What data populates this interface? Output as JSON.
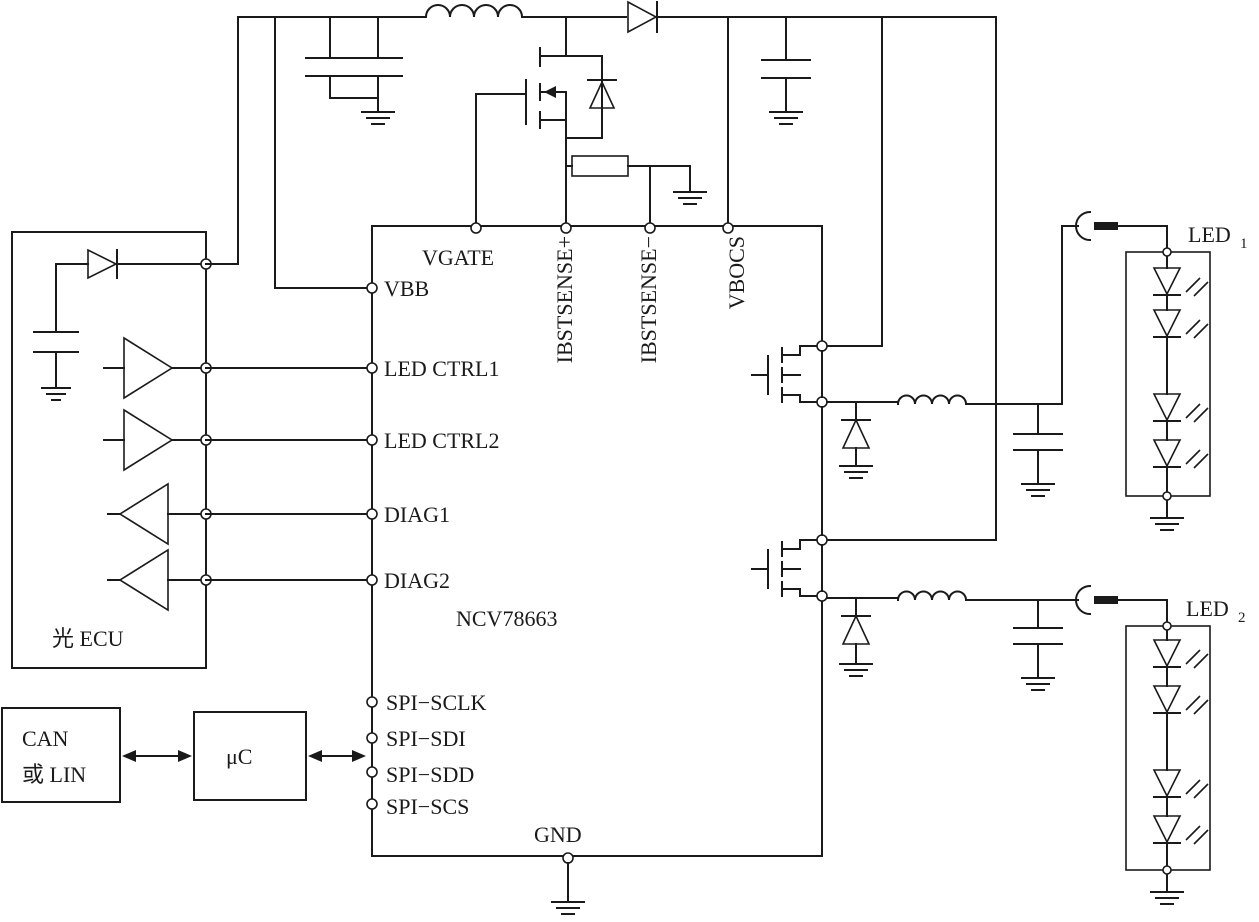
{
  "chip": {
    "name": "NCV78663",
    "pins": {
      "vgate": "VGATE",
      "ibstsense_plus": "IBSTSENSE+",
      "ibstsense_minus": "IBSTSENSE−",
      "vbocs": "VBOCS",
      "vbb": "VBB",
      "led_ctrl1": "LED CTRL1",
      "led_ctrl2": "LED CTRL2",
      "diag1": "DIAG1",
      "diag2": "DIAG2",
      "spi_sclk": "SPI−SCLK",
      "spi_sdi": "SPI−SDI",
      "spi_sdd": "SPI−SDD",
      "spi_scs": "SPI−SCS",
      "gnd": "GND"
    }
  },
  "ecu": {
    "label": "光 ECU"
  },
  "can_box": {
    "line1": "CAN",
    "line2": "或 LIN"
  },
  "uc_box": {
    "label": "μC"
  },
  "led1": {
    "label": "LED",
    "sub": "1"
  },
  "led2": {
    "label": "LED",
    "sub": "2"
  }
}
